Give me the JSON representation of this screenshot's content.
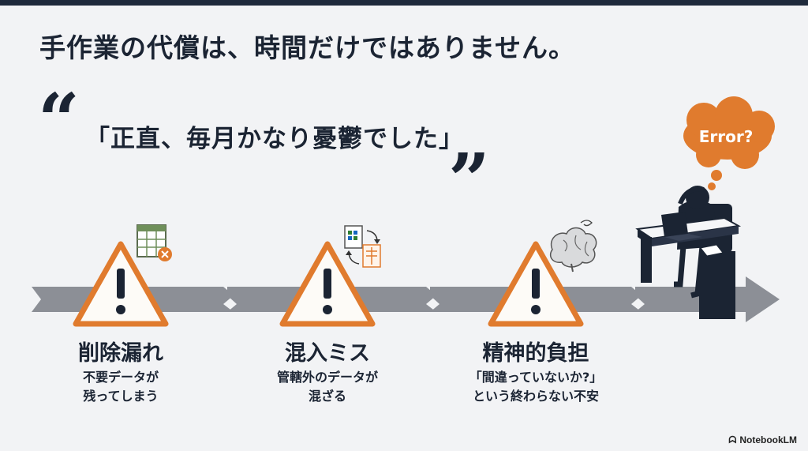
{
  "heading": "手作業の代償は、時間だけではありません。",
  "quote": {
    "open_mark": "“",
    "text": "「正直、毎月かなり憂鬱でした」",
    "close_mark": "”"
  },
  "problems": [
    {
      "title": "削除漏れ",
      "desc_line1": "不要データが",
      "desc_line2": "残ってしまう",
      "icon": "spreadsheet-delete-icon"
    },
    {
      "title": "混入ミス",
      "desc_line1": "管轄外のデータが",
      "desc_line2": "混ざる",
      "icon": "file-swap-icon"
    },
    {
      "title": "精神的負担",
      "desc_line1": "「間違っていないか?」",
      "desc_line2": "という終わらない不安",
      "icon": "brain-stress-icon"
    }
  ],
  "error_bubble": "Error?",
  "brand": "NotebookLM",
  "colors": {
    "dark": "#1b2433",
    "accent": "#e07b2e",
    "arrow": "#8c8f96",
    "warning_fill": "#fdfbf7"
  }
}
